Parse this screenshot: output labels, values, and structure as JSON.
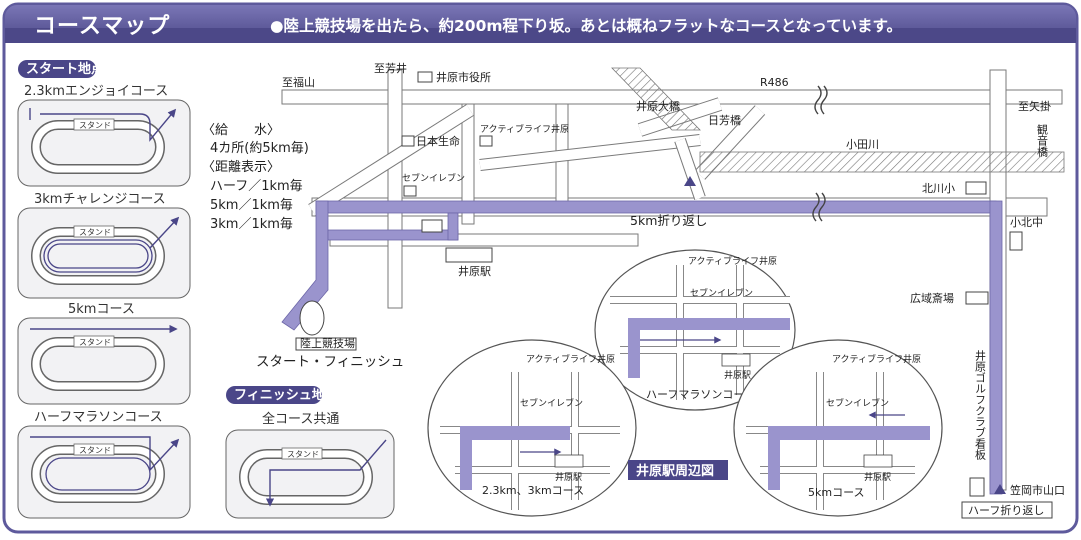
{
  "header": {
    "title": "コースマップ",
    "subtitle": "●陸上競技場を出たら、約200m程下り坂。あとは概ねフラットなコースとなっています。"
  },
  "start_section": {
    "label": "スタート地点",
    "courses": [
      {
        "name": "2.3kmエンジョイコース",
        "stand": "スタンド"
      },
      {
        "name": "3kmチャレンジコース",
        "stand": "スタンド"
      },
      {
        "name": "5kmコース",
        "stand": "スタンド"
      },
      {
        "name": "ハーフマラソンコース",
        "stand": "スタンド"
      }
    ]
  },
  "finish_section": {
    "label": "フィニッシュ地点",
    "course_name": "全コース共通",
    "stand": "スタンド"
  },
  "info": {
    "water_label": "〈給　　水〉",
    "water_value": "4カ所(約5km毎)",
    "distance_label": "〈距離表示〉",
    "distance_half": "ハーフ／1km毎",
    "distance_5k": "5km／1km毎",
    "distance_3k": "3km／1km毎"
  },
  "map": {
    "labels": {
      "to_fukuyama": "至福山",
      "to_yoshii": "至芳井",
      "city_hall": "井原市役所",
      "r486": "R486",
      "ihara_bridge": "井原大橋",
      "yoshiha_bridge": "日芳橋",
      "to_yakage": "至矢掛",
      "kannon_bridge": "観音橋",
      "odagawa": "小田川",
      "nihon_seimei": "日本生命",
      "active_life": "アクティブライフ井原",
      "seven_eleven": "セブンイレブン",
      "kitagawa_elem": "北川小",
      "turn_5k": "5km折り返し",
      "kohoku_jh": "小北中",
      "ihara_station": "井原駅",
      "funeral_hall": "広域斎場",
      "stadium": "陸上競技場",
      "start_finish": "スタート・フィニッシュ",
      "golf_sign": "井原ゴルフクラブ看板",
      "kasaoka_yamaguchi": "笠岡市山口",
      "half_turn": "ハーフ折り返し"
    },
    "inset_title": "井原駅周辺図",
    "insets": {
      "half": {
        "caption": "ハーフマラソンコース",
        "active_life": "アクティブライフ井原",
        "seven_eleven": "セブンイレブン",
        "station": "井原駅"
      },
      "short": {
        "caption": "2.3km、3kmコース",
        "active_life": "アクティブライフ井原",
        "seven_eleven": "セブンイレブン",
        "station": "井原駅"
      },
      "five": {
        "caption": "5kmコース",
        "active_life": "アクティブライフ井原",
        "seven_eleven": "セブンイレブン",
        "station": "井原駅"
      }
    }
  },
  "colors": {
    "header_bar": "#5e5a9c",
    "route": "#9a94cd",
    "badge": "#4a4688",
    "road_outline": "#7a7a7a",
    "panel_bg": "#f2f2f4"
  }
}
